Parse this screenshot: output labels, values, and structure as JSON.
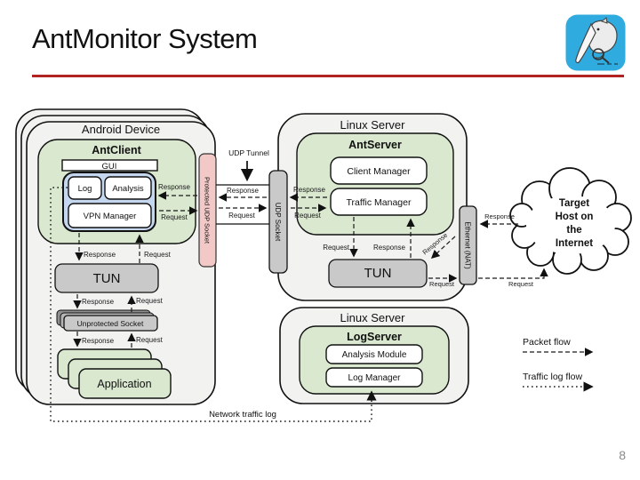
{
  "slide": {
    "title": "AntMonitor System",
    "page_number": "8"
  },
  "colors": {
    "accent_underline": "#b02320",
    "logo_blue": "#2fabdf",
    "green_module": "#d9e8cf",
    "blue_container": "#c4d7ef",
    "pink_socket": "#f2c9c7",
    "gray_component": "#c9c9c9",
    "device_background": "#f2f2f1",
    "antclient_text": "#2222cc",
    "antserver_text": "#d42020",
    "logserver_text": "#9b3fd4"
  },
  "diagram": {
    "labels": {
      "response": "Response",
      "request": "Request"
    },
    "android_device": {
      "title": "Android Device",
      "antclient_title": "AntClient",
      "gui": "GUI",
      "log": "Log",
      "analysis": "Analysis",
      "vpn_manager": "VPN Manager",
      "tun": "TUN",
      "unprotected_socket": "Unprotected Socket",
      "application": "Application"
    },
    "protected_udp_socket": "Protected UDP Socket",
    "udp_tunnel": "UDP Tunnel",
    "udp_socket": "UDP Socket",
    "linux_server_top": {
      "title": "Linux Server",
      "antserver_title": "AntServer",
      "client_manager": "Client Manager",
      "traffic_manager": "Traffic Manager",
      "tun": "TUN"
    },
    "ethernet_nat": "Ethernet (NAT)",
    "internet_cloud": {
      "line1": "Target",
      "line2": "Host on",
      "line3": "the",
      "line4": "Internet"
    },
    "linux_server_bottom": {
      "title": "Linux Server",
      "logserver_title": "LogServer",
      "analysis_module": "Analysis Module",
      "log_manager": "Log Manager"
    },
    "network_traffic_log": "Network traffic log"
  },
  "legend": {
    "packet_flow": "Packet flow",
    "traffic_log_flow": "Traffic log flow"
  }
}
